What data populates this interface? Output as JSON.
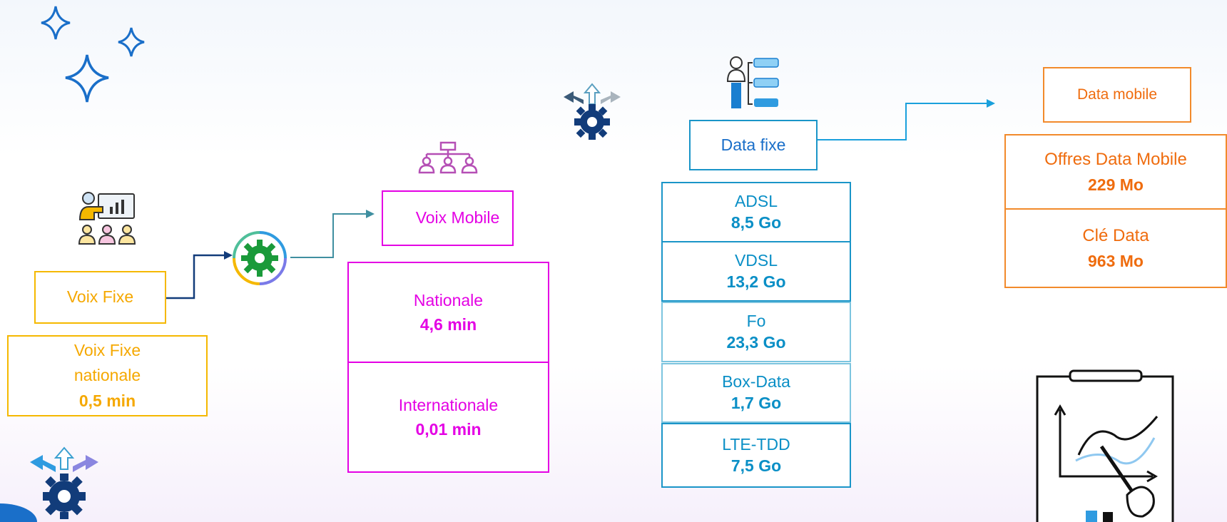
{
  "voix_fixe": {
    "header": "Voix Fixe",
    "items": [
      {
        "label": "Voix Fixe\nnationale",
        "value": "0,5 min"
      }
    ]
  },
  "voix_mobile": {
    "header": "Voix Mobile",
    "items": [
      {
        "label": "Nationale",
        "value": "4,6 min"
      },
      {
        "label": "Internationale",
        "value": "0,01 min"
      }
    ]
  },
  "data_fixe": {
    "header": "Data fixe",
    "items": [
      {
        "label": "ADSL",
        "value": "8,5 Go"
      },
      {
        "label": "VDSL",
        "value": "13,2 Go"
      },
      {
        "label": "Fo",
        "value": "23,3 Go"
      },
      {
        "label": "Box-Data",
        "value": "1,7 Go"
      },
      {
        "label": "LTE-TDD",
        "value": "7,5 Go"
      }
    ]
  },
  "data_mobile": {
    "header": "Data mobile",
    "items": [
      {
        "label": "Offres Data Mobile",
        "value": "229 Mo"
      },
      {
        "label": "Clé Data",
        "value": "963 Mo"
      }
    ]
  },
  "colors": {
    "voix_fixe": "#f5b800",
    "voix_mobile": "#e400e4",
    "data_fixe": "#1a95c8",
    "data_mobile": "#f28a2b"
  },
  "icons": [
    "sparkle-icon",
    "presentation-icon",
    "gear-cycle-icon",
    "team-hierarchy-icon",
    "gear-arrows-icon",
    "user-list-icon",
    "chart-clipboard-icon"
  ]
}
